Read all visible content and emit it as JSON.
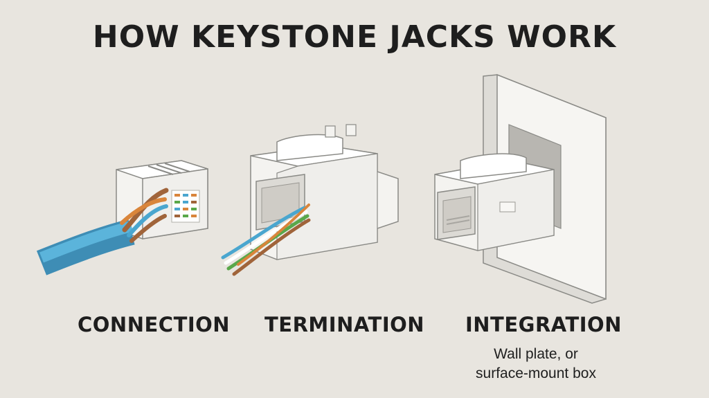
{
  "title": "HOW KEYSTONE JACKS WORK",
  "steps": [
    {
      "label": "CONNECTION"
    },
    {
      "label": "TERMINATION"
    },
    {
      "label": "INTEGRATION",
      "note_line1": "Wall plate, or",
      "note_line2": "surface-mount box"
    }
  ],
  "colors": {
    "background": "#e8e5df",
    "jack_white": "#f4f3f0",
    "outline": "#8a8a86",
    "cable_blue": "#4aa6cf",
    "wire_brown": "#a0643a",
    "wire_orange": "#d9853b",
    "wire_green": "#5aa84a"
  },
  "icons": [
    "keystone-jack-with-cable-icon",
    "keystone-jack-terminated-icon",
    "keystone-jack-in-wall-plate-icon"
  ]
}
